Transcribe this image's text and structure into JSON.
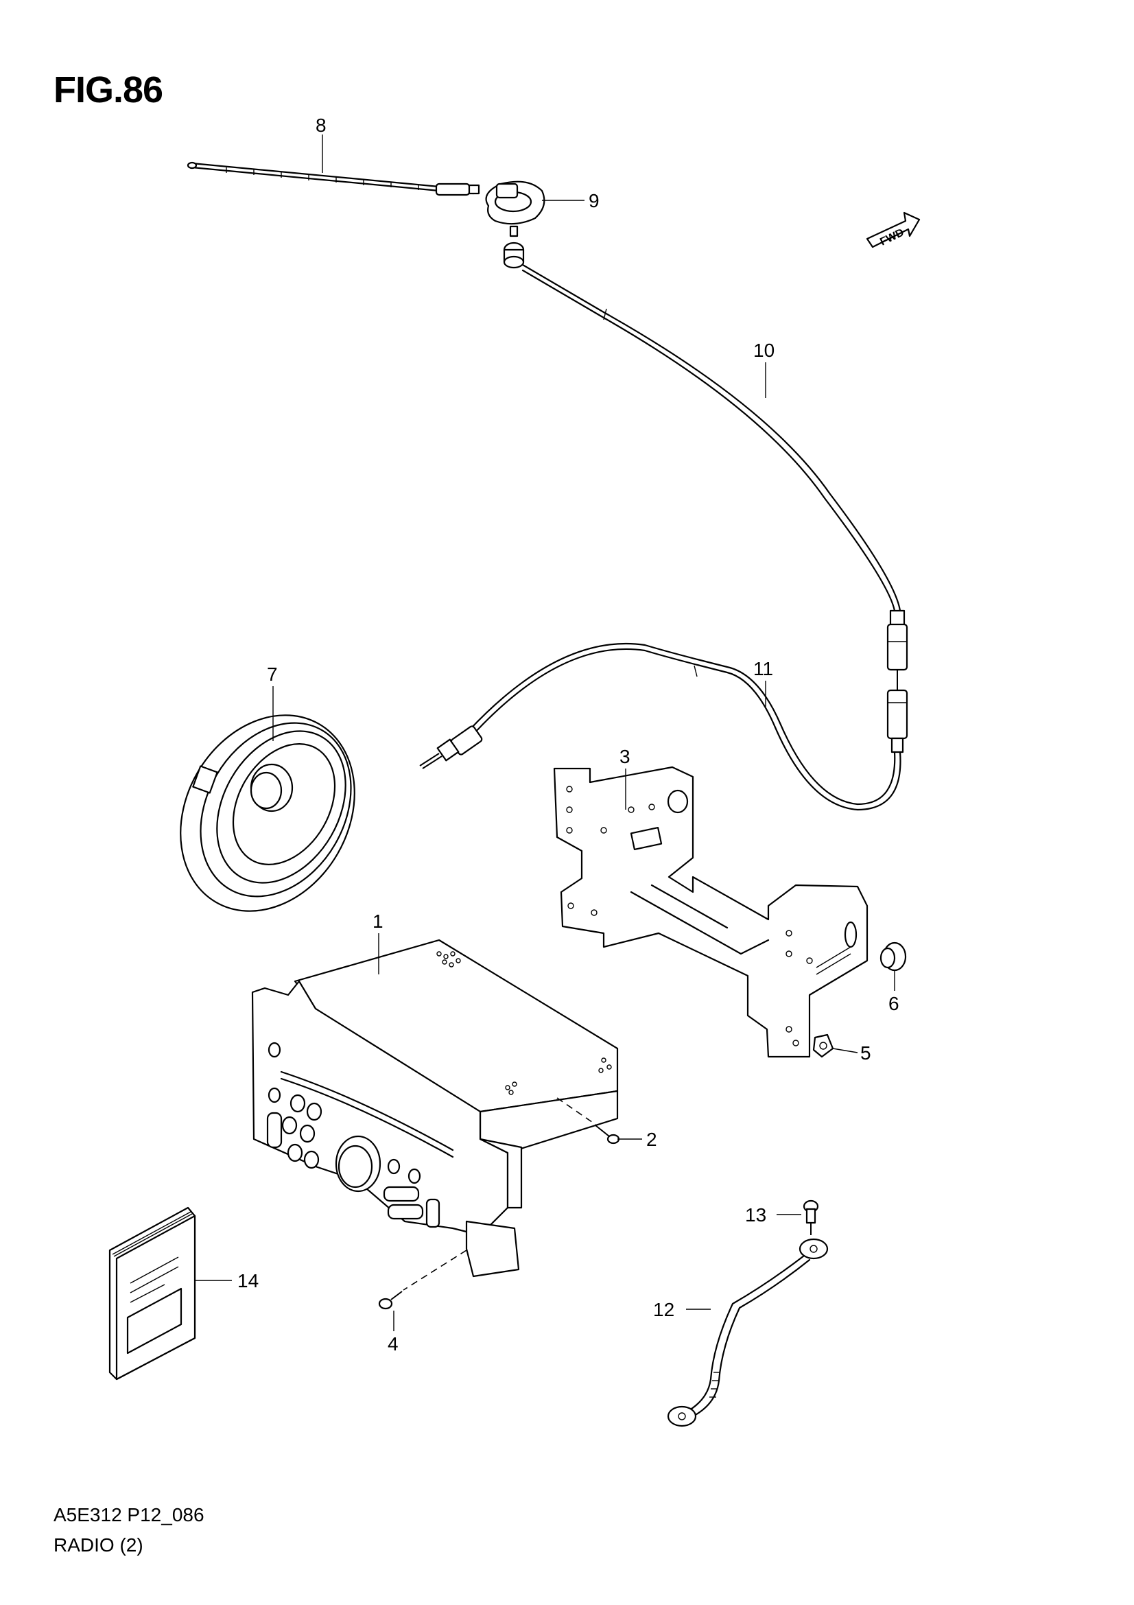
{
  "figure": {
    "title": "FIG.86",
    "code": "A5E312 P12_086",
    "name": "RADIO (2)",
    "direction_marker": "FWD"
  },
  "callouts": {
    "c1": "1",
    "c2": "2",
    "c3": "3",
    "c4": "4",
    "c5": "5",
    "c6": "6",
    "c7": "7",
    "c8": "8",
    "c9": "9",
    "c10": "10",
    "c11": "11",
    "c12": "12",
    "c13": "13",
    "c14": "14"
  }
}
